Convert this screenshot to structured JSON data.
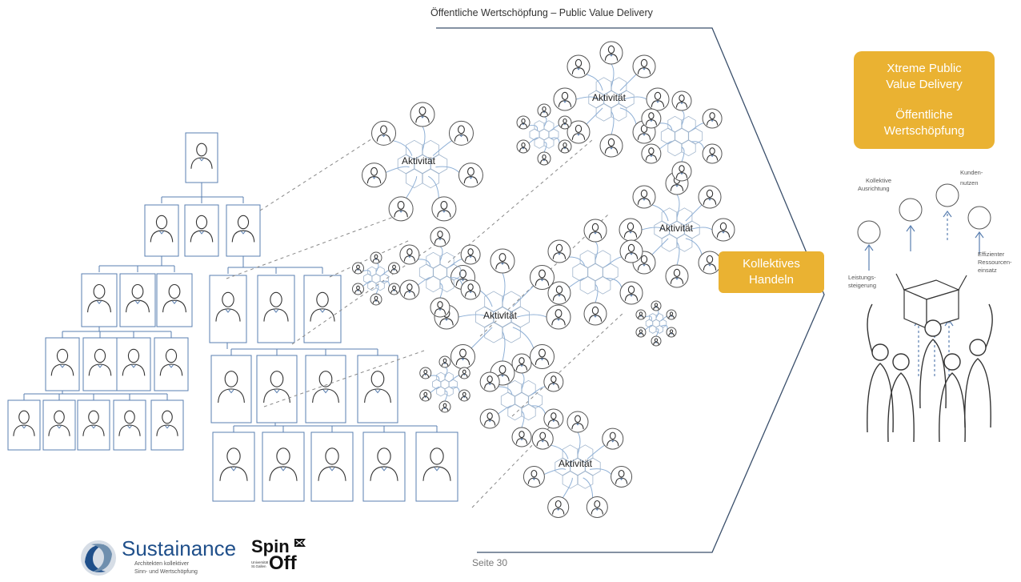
{
  "header": {
    "title": "Öffentliche Wertschöpfung – Public Value Delivery"
  },
  "activities": [
    {
      "label": "Aktivität"
    },
    {
      "label": "Aktivität"
    },
    {
      "label": "Aktivität"
    },
    {
      "label": "Aktivität"
    },
    {
      "label": "Aktivität"
    }
  ],
  "highlight": {
    "xtreme_line1": "Xtreme Public",
    "xtreme_line2": "Value Delivery",
    "xtreme_line3": "Öffentliche",
    "xtreme_line4": "Wertschöpfung",
    "kollektiv_line1": "Kollektives",
    "kollektiv_line2": "Handeln"
  },
  "value_labels": {
    "kollektive_1": "Kollektive",
    "kollektive_2": "Ausrichtung",
    "kunden_1": "Kunden-",
    "kunden_2": "nutzen",
    "leistung_1": "Leistungs-",
    "leistung_2": "steigerung",
    "effizient_1": "Effizienter",
    "effizient_2": "Ressourcen-",
    "effizient_3": "einsatz"
  },
  "footer": {
    "page": "Seite 30",
    "logo_name": "Sustainance",
    "logo_sub1": "Architekten kollektiver",
    "logo_sub2": "Sinn- und Wertschöpfung",
    "spin": "Spin",
    "off": "Off",
    "uni": "Universität St.Gallen"
  },
  "colors": {
    "accent": "#eab232",
    "line_blue": "#5a7fb0",
    "line_gray": "#777777",
    "brand_blue": "#1f4f8a"
  }
}
